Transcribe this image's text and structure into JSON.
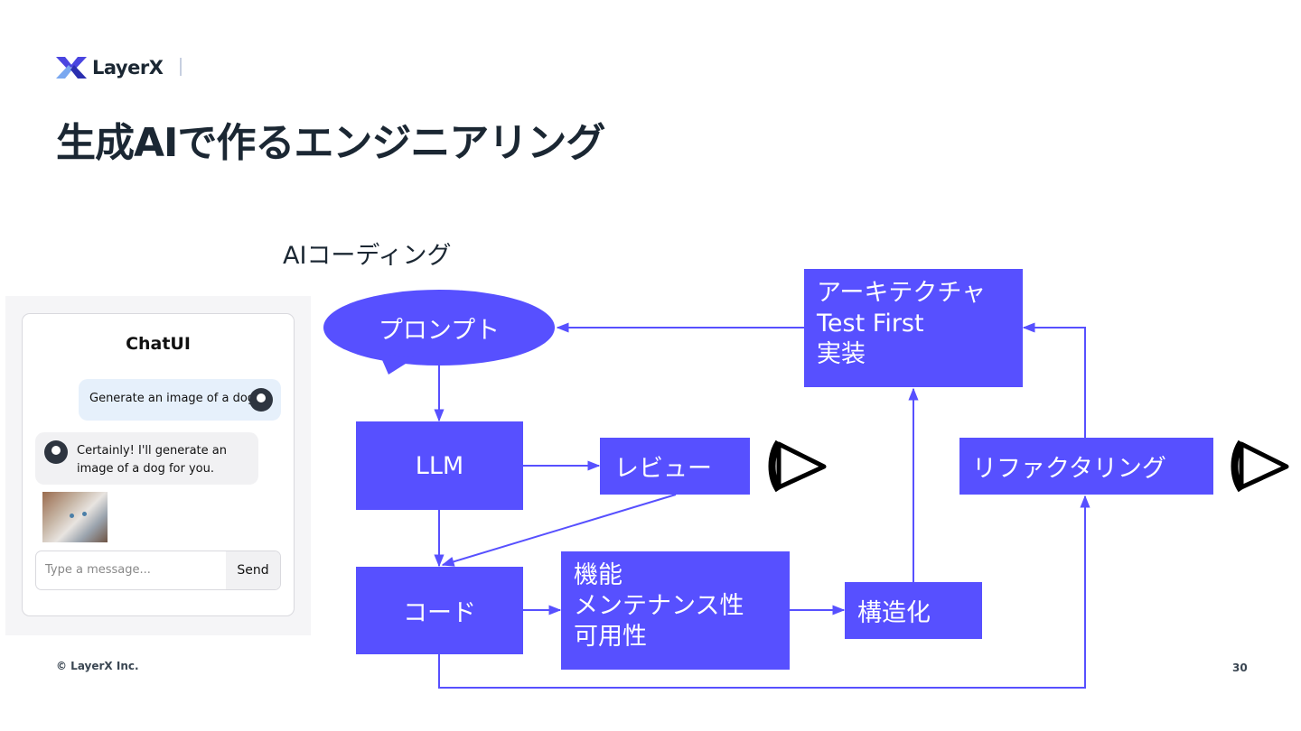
{
  "header": {
    "logo_text": "LayerX",
    "title": "生成AIで作るエンジニアリング"
  },
  "subtitle": "AIコーディング",
  "chatui": {
    "title": "ChatUI",
    "user_message": "Generate an image of a dog",
    "bot_message": "Certainly! I'll generate an image of a dog for you.",
    "input_placeholder": "Type a message...",
    "send_label": "Send"
  },
  "flow": {
    "prompt": "プロンプト",
    "llm": "LLM",
    "review": "レビュー",
    "code": "コード",
    "quality": "機能\nメンテナンス性\n可用性",
    "structure": "構造化",
    "architecture": "アーキテクチャ\nTest First\n実装",
    "refactoring": "リファクタリング"
  },
  "colors": {
    "box": "#5750ff",
    "arrow": "#5750ff",
    "title_text": "#1b2733"
  },
  "icons": [
    "eye-icon",
    "eye-icon"
  ],
  "footer": {
    "copyright": "© LayerX Inc.",
    "page_number": "30"
  }
}
